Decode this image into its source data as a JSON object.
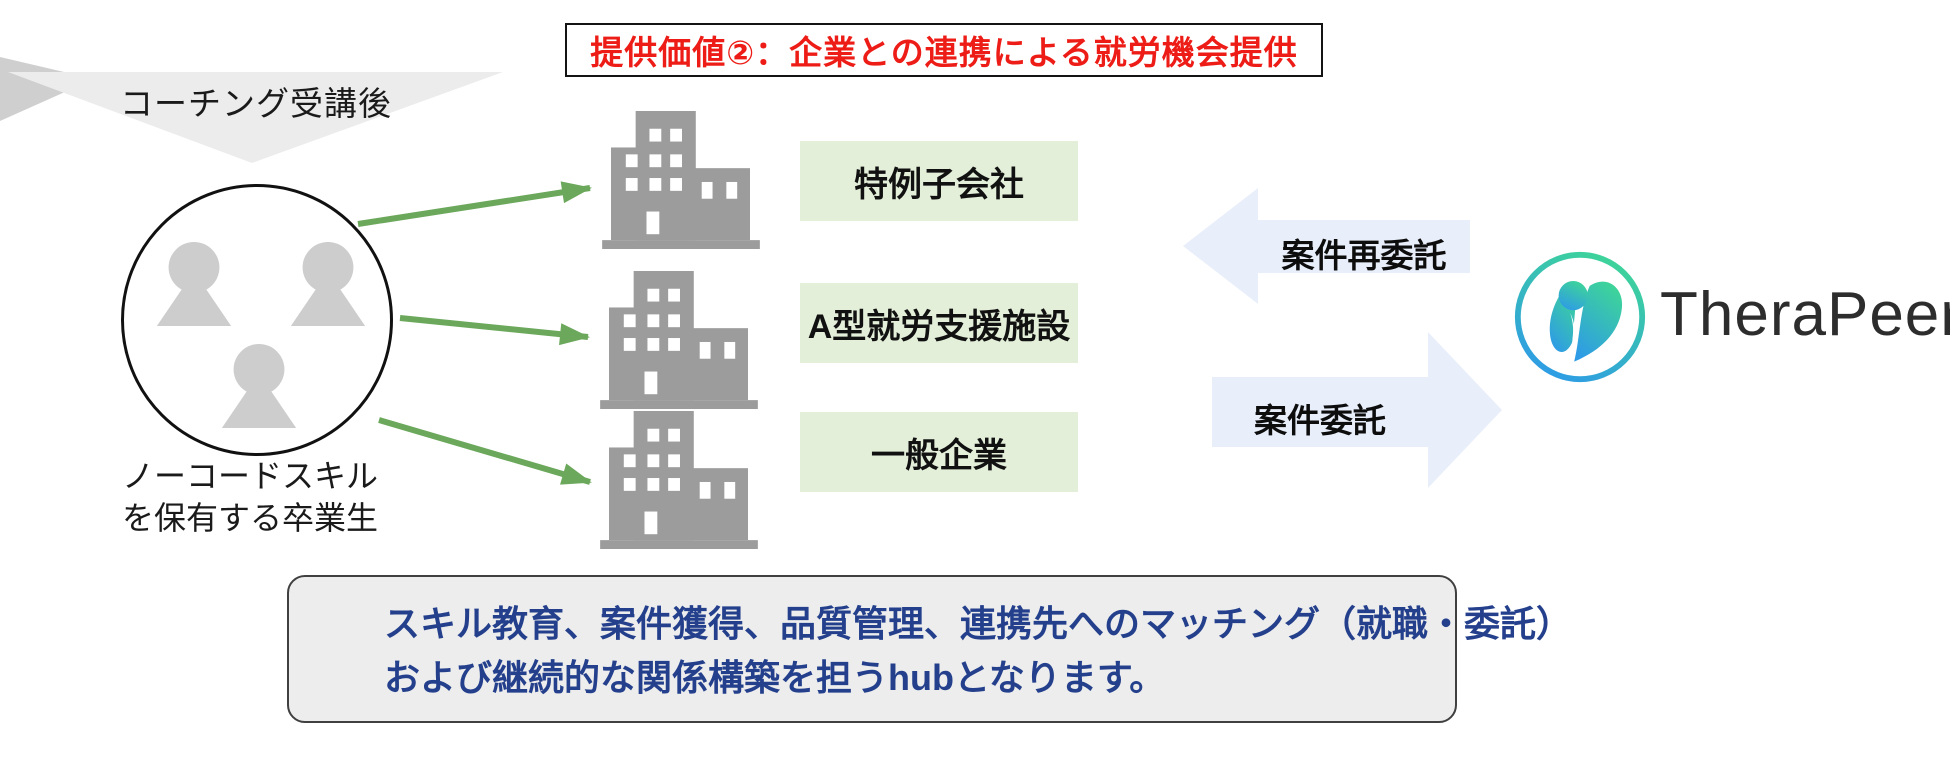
{
  "header": {
    "title": "提供価値②：企業との連携による就労機会提供"
  },
  "flow": {
    "after_coaching": "コーチング受講後",
    "graduates_line1": "ノーコードスキル",
    "graduates_line2": "を保有する卒業生"
  },
  "partners": [
    {
      "label": "特例子会社"
    },
    {
      "label": "A型就労支援施設"
    },
    {
      "label": "一般企業"
    }
  ],
  "arrows": {
    "redelegation": "案件再委託",
    "delegation": "案件委託"
  },
  "brand": {
    "name": "TheraPeer"
  },
  "summary": {
    "line1": "スキル教育、案件獲得、品質管理、連携先へのマッチング（就職・委託）",
    "line2": "および継続的な関係構築を担うhubとなります。"
  },
  "colors": {
    "title_red": "#ED1C16",
    "green_arrow": "#6BA85B",
    "green_box": "#E3EFD9",
    "blue_arrow": "#E9EFFA",
    "building_gray": "#9C9C9C",
    "person_gray": "#CDCDCD",
    "chevron_gray": "#ECECEC",
    "summary_text_blue": "#24408C",
    "logo_green": "#3ED598",
    "logo_blue": "#2E9BE6"
  }
}
